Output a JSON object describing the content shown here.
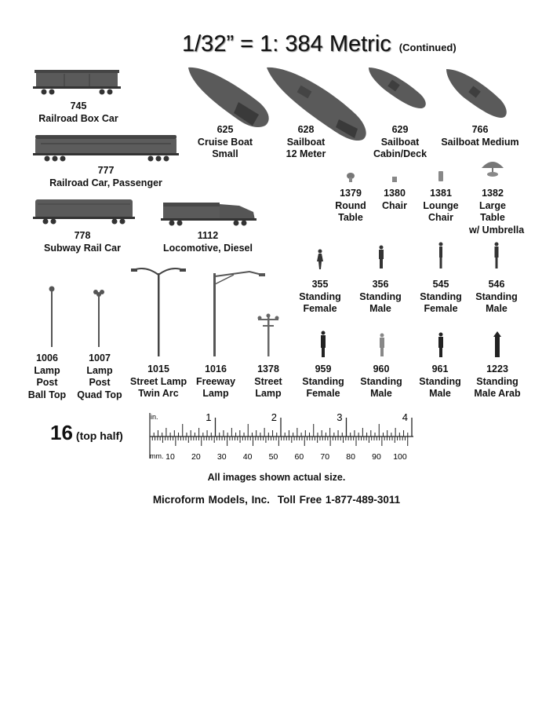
{
  "header": {
    "title": "1/32” = 1: 384 Metric",
    "subtitle": "(Continued)"
  },
  "items": {
    "i745": {
      "number": "745",
      "lines": [
        "Railroad Box Car"
      ]
    },
    "i777": {
      "number": "777",
      "lines": [
        "Railroad Car, Passenger"
      ]
    },
    "i778": {
      "number": "778",
      "lines": [
        "Subway Rail Car"
      ]
    },
    "i1112": {
      "number": "1112",
      "lines": [
        "Locomotive, Diesel"
      ]
    },
    "i625": {
      "number": "625",
      "lines": [
        "Cruise Boat",
        "Small"
      ]
    },
    "i628": {
      "number": "628",
      "lines": [
        "Sailboat",
        "12 Meter"
      ]
    },
    "i629": {
      "number": "629",
      "lines": [
        "Sailboat",
        "Cabin/Deck"
      ]
    },
    "i766": {
      "number": "766",
      "lines": [
        "Sailboat Medium"
      ]
    },
    "i1379": {
      "number": "1379",
      "lines": [
        "Round",
        "Table"
      ]
    },
    "i1380": {
      "number": "1380",
      "lines": [
        "Chair"
      ]
    },
    "i1381": {
      "number": "1381",
      "lines": [
        "Lounge",
        "Chair"
      ]
    },
    "i1382": {
      "number": "1382",
      "lines": [
        "Large",
        "Table",
        "w/ Umbrella"
      ]
    },
    "i1006": {
      "number": "1006",
      "lines": [
        "Lamp",
        "Post",
        "Ball Top"
      ]
    },
    "i1007": {
      "number": "1007",
      "lines": [
        "Lamp",
        "Post",
        "Quad Top"
      ]
    },
    "i1015": {
      "number": "1015",
      "lines": [
        "Street Lamp",
        "Twin Arc"
      ]
    },
    "i1016": {
      "number": "1016",
      "lines": [
        "Freeway",
        "Lamp"
      ]
    },
    "i1378": {
      "number": "1378",
      "lines": [
        "Street",
        "Lamp"
      ]
    },
    "i355": {
      "number": "355",
      "lines": [
        "Standing",
        "Female"
      ]
    },
    "i356": {
      "number": "356",
      "lines": [
        "Standing",
        "Male"
      ]
    },
    "i545": {
      "number": "545",
      "lines": [
        "Standing",
        "Female"
      ]
    },
    "i546": {
      "number": "546",
      "lines": [
        "Standing",
        "Male"
      ]
    },
    "i959": {
      "number": "959",
      "lines": [
        "Standing",
        "Female"
      ]
    },
    "i960": {
      "number": "960",
      "lines": [
        "Standing",
        "Male"
      ]
    },
    "i961": {
      "number": "961",
      "lines": [
        "Standing",
        "Male"
      ]
    },
    "i1223": {
      "number": "1223",
      "lines": [
        "Standing",
        "Male Arab"
      ]
    }
  },
  "page": {
    "number": "16",
    "note": "(top half)"
  },
  "ruler": {
    "inch_unit": "in.",
    "inch_labels": [
      "1",
      "2",
      "3",
      "4"
    ],
    "mm_unit": "mm.",
    "mm_labels": [
      "10",
      "20",
      "30",
      "40",
      "50",
      "60",
      "70",
      "80",
      "90",
      "100"
    ]
  },
  "caption": "All images shown actual size.",
  "footer": {
    "company": "Microform Models, Inc.",
    "phone": "Toll Free 1-877-489-3011"
  },
  "colors": {
    "model_gray": "#5a5a5a",
    "model_dark": "#3a3a3a",
    "text": "#111111"
  }
}
